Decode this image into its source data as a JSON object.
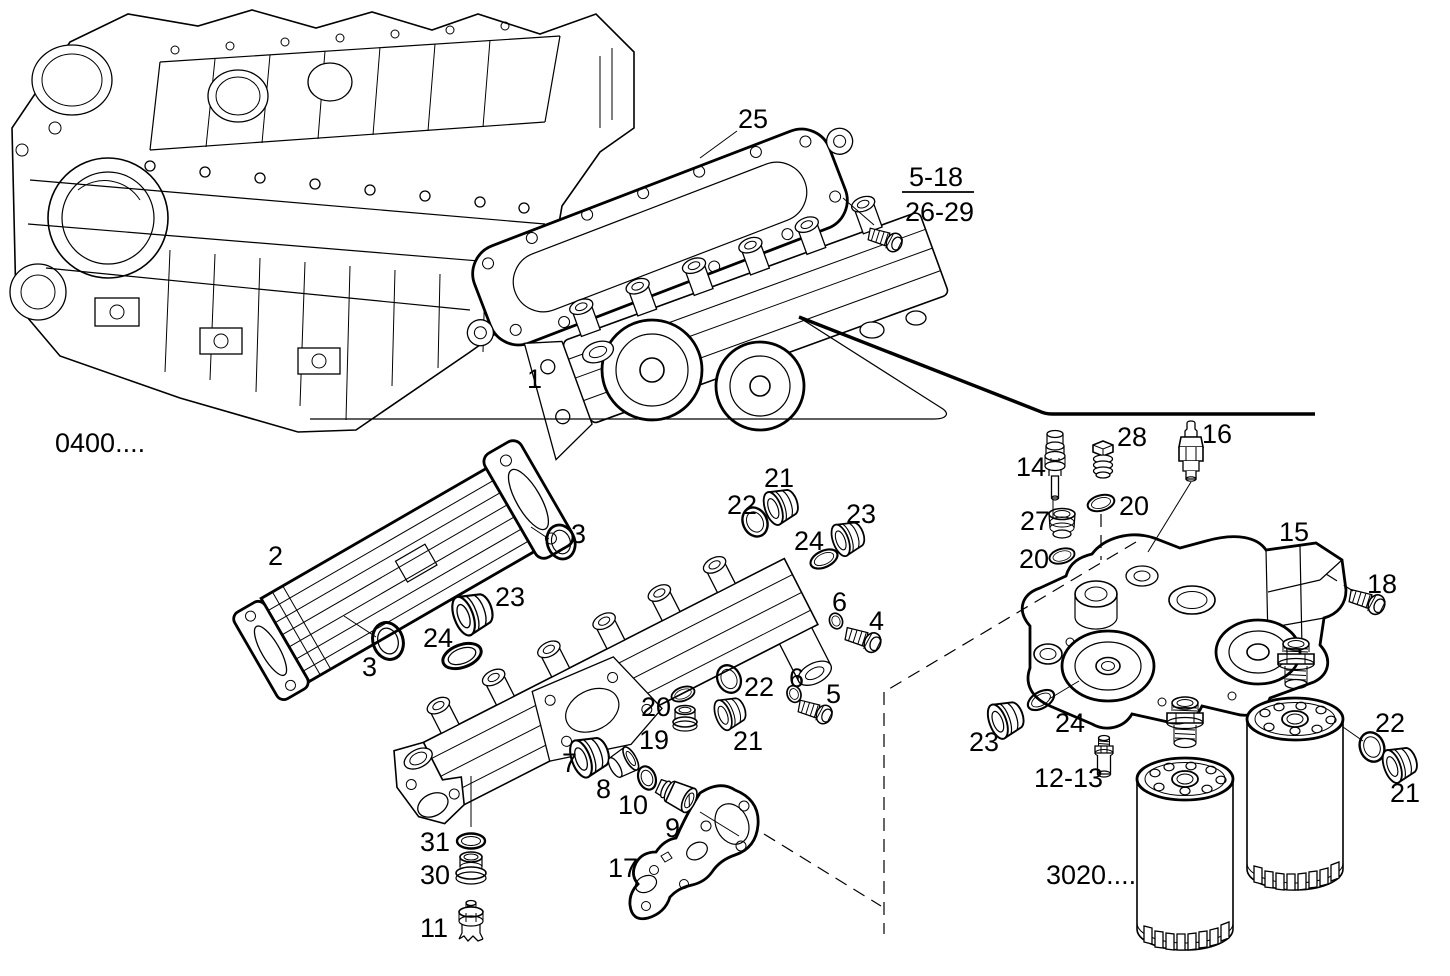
{
  "page": {
    "background": "#ffffff",
    "line_color": "#000000",
    "kind": "exploded-parts-diagram"
  },
  "diagram": {
    "section_refs": [
      {
        "code": "0400...."
      },
      {
        "code": "3020...."
      }
    ],
    "bolt_range_ref": {
      "numerator": "5-18",
      "denominator": "26-29"
    },
    "callouts": [
      {
        "text": "25"
      },
      {
        "text": "1"
      },
      {
        "text": "2"
      },
      {
        "text": "3"
      },
      {
        "text": "3"
      },
      {
        "text": "23"
      },
      {
        "text": "24"
      },
      {
        "text": "21"
      },
      {
        "text": "22"
      },
      {
        "text": "23"
      },
      {
        "text": "24"
      },
      {
        "text": "6"
      },
      {
        "text": "4"
      },
      {
        "text": "6"
      },
      {
        "text": "5"
      },
      {
        "text": "22"
      },
      {
        "text": "21"
      },
      {
        "text": "20"
      },
      {
        "text": "19"
      },
      {
        "text": "7"
      },
      {
        "text": "8"
      },
      {
        "text": "10"
      },
      {
        "text": "9"
      },
      {
        "text": "31"
      },
      {
        "text": "30"
      },
      {
        "text": "11"
      },
      {
        "text": "17"
      },
      {
        "text": "14"
      },
      {
        "text": "28"
      },
      {
        "text": "16"
      },
      {
        "text": "20"
      },
      {
        "text": "27"
      },
      {
        "text": "20"
      },
      {
        "text": "15"
      },
      {
        "text": "18"
      },
      {
        "text": "23"
      },
      {
        "text": "24"
      },
      {
        "text": "12-13"
      },
      {
        "text": "22"
      },
      {
        "text": "21"
      }
    ]
  }
}
